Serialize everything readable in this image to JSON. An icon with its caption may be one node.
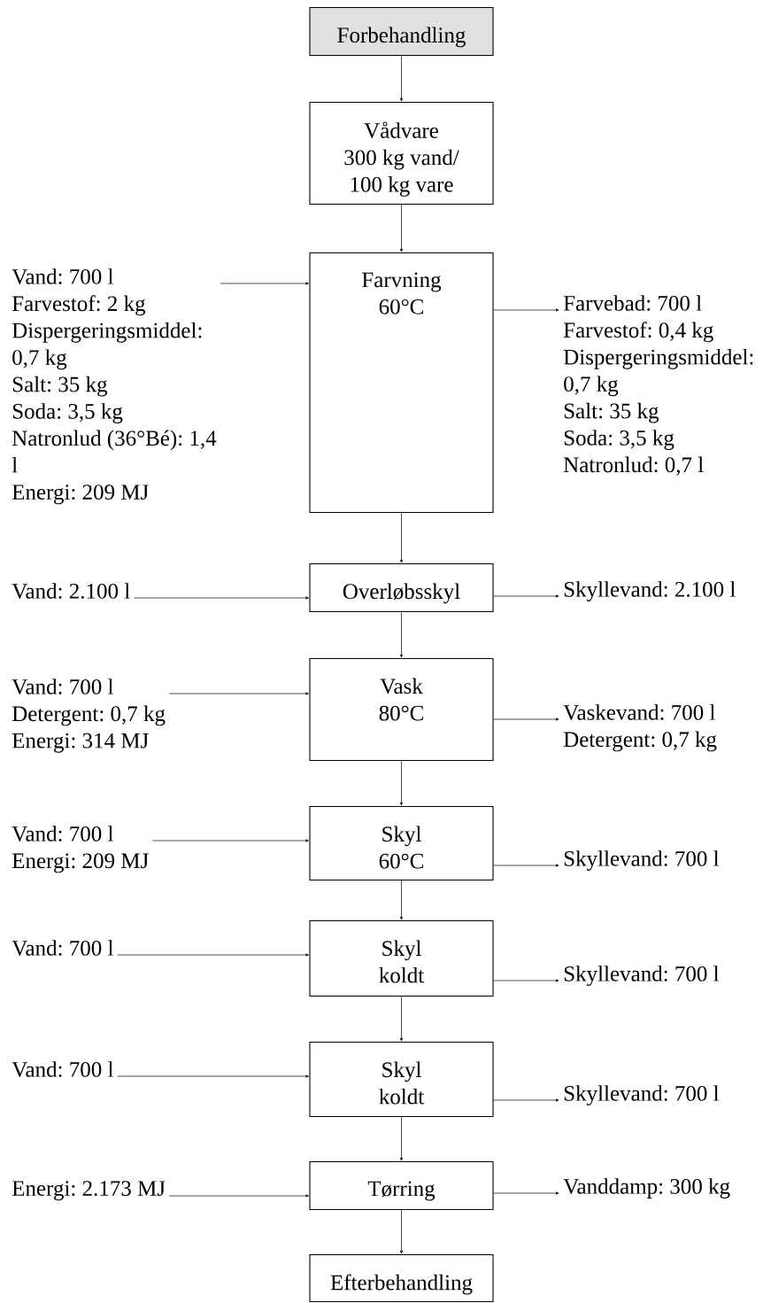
{
  "diagram": {
    "nodes": [
      {
        "text": [
          "Forbehandling"
        ]
      },
      {
        "text": [
          "Vådvare",
          "300 kg vand/ 100 kg vare"
        ]
      },
      {
        "text": [
          "Vand: 700 l",
          "Farvestof: 2 kg",
          "Dispergeringsmiddel: 0,7 kg",
          "Salt: 35 kg",
          "Soda: 3,5 kg",
          "Natronlud (36°Bé): 1,4 l",
          "Energi: 209 MJ"
        ]
      },
      {
        "text": [
          "Farvning",
          "60°C"
        ]
      },
      {
        "text": [
          "Farvebad: 700 l",
          "Farvestof: 0,4 kg",
          "Dispergeringsmiddel: 0,7 kg",
          "Salt: 35 kg",
          "Soda: 3,5 kg",
          "Natronlud: 0,7 l"
        ]
      },
      {
        "text": [
          "Vand: 2.100 l"
        ]
      },
      {
        "text": [
          "Overløbsskyl"
        ]
      },
      {
        "text": [
          "Skyllevand: 2.100 l"
        ]
      },
      {
        "text": [
          "Vand: 700 l",
          "Detergent: 0,7 kg",
          "Energi: 314 MJ"
        ]
      },
      {
        "text": [
          "Vask",
          "80°C"
        ]
      },
      {
        "text": [
          "Vaskevand: 700 l",
          "Detergent: 0,7 kg"
        ]
      },
      {
        "text": [
          "Vand: 700 l",
          "Energi: 209 MJ"
        ]
      },
      {
        "text": [
          "Skyl",
          "60°C"
        ]
      },
      {
        "text": [
          "Skyllevand: 700 l"
        ]
      },
      {
        "text": [
          "Vand: 700 l"
        ]
      },
      {
        "text": [
          "Skyl",
          "koldt"
        ]
      },
      {
        "text": [
          "Skyllevand: 700 l"
        ]
      },
      {
        "text": [
          "Vand: 700 l"
        ]
      },
      {
        "text": [
          "Skyl",
          "koldt"
        ]
      },
      {
        "text": [
          "Skyllevand: 700 l"
        ]
      },
      {
        "text": [
          "Energi: 2.173 MJ"
        ]
      },
      {
        "text": [
          "Tørring"
        ]
      },
      {
        "text": [
          "Vanddamp: 300 kg"
        ]
      },
      {
        "text": [
          "Efterbehandling"
        ]
      }
    ],
    "edges": [
      {
        "from": 0,
        "to": 1,
        "arrow": "to"
      },
      {
        "from": 1,
        "to": 3,
        "arrow": "to"
      },
      {
        "from": 2,
        "to": 3,
        "arrow": "to"
      },
      {
        "from": 3,
        "to": 4,
        "arrow": "to"
      },
      {
        "from": 3,
        "to": 6,
        "arrow": "to"
      },
      {
        "from": 5,
        "to": 6,
        "arrow": "to"
      },
      {
        "from": 6,
        "to": 7,
        "arrow": "to"
      },
      {
        "from": 6,
        "to": 9,
        "arrow": "to"
      },
      {
        "from": 8,
        "to": 9,
        "arrow": "to"
      },
      {
        "from": 9,
        "to": 10,
        "arrow": "to"
      },
      {
        "from": 9,
        "to": 12,
        "arrow": "to"
      },
      {
        "from": 11,
        "to": 12,
        "arrow": "to"
      },
      {
        "from": 12,
        "to": 13,
        "arrow": "to"
      },
      {
        "from": 12,
        "to": 15,
        "arrow": "to"
      },
      {
        "from": 14,
        "to": 15,
        "arrow": "to"
      },
      {
        "from": 15,
        "to": 16,
        "arrow": "to"
      },
      {
        "from": 15,
        "to": 18,
        "arrow": "to"
      },
      {
        "from": 17,
        "to": 18,
        "arrow": "to"
      },
      {
        "from": 18,
        "to": 19,
        "arrow": "to"
      },
      {
        "from": 18,
        "to": 21,
        "arrow": "to"
      },
      {
        "from": 20,
        "to": 21,
        "arrow": "to"
      },
      {
        "from": 21,
        "to": 22,
        "arrow": "to"
      },
      {
        "from": 21,
        "to": 23,
        "arrow": "to"
      }
    ]
  }
}
